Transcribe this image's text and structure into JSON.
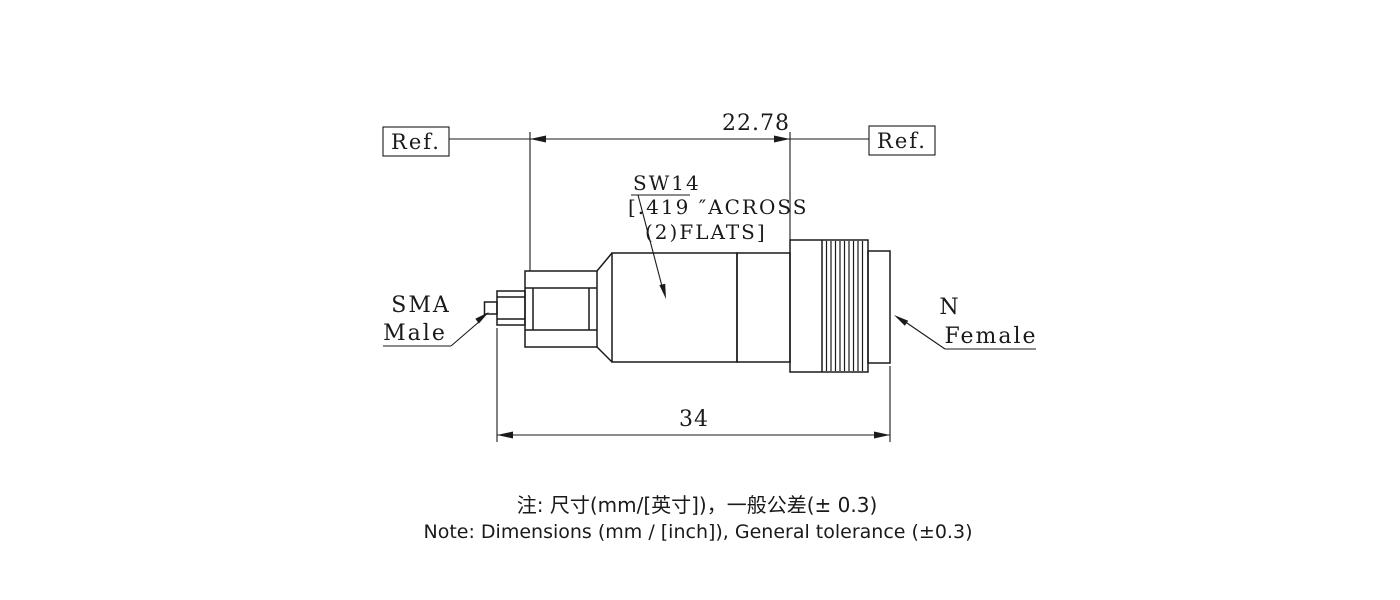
{
  "colors": {
    "line": "#1a1a1a",
    "background": "#ffffff"
  },
  "dimensions": {
    "top": {
      "ref_left": "Ref.",
      "ref_right": "Ref.",
      "value": "22.78"
    },
    "bottom": {
      "value": "34"
    }
  },
  "callouts": {
    "sw": {
      "line1": "SW14",
      "line2": "[.419 ″ACROSS",
      "line3": "(2)FLATS]"
    },
    "left": {
      "line1": "SMA",
      "line2": "Male"
    },
    "right": {
      "line1": "N",
      "line2": "Female"
    }
  },
  "notes": {
    "cn": "注: 尺寸(mm/[英寸])，一般公差(± 0.3)",
    "en": "Note: Dimensions (mm / [inch]), General tolerance (±0.3)"
  }
}
